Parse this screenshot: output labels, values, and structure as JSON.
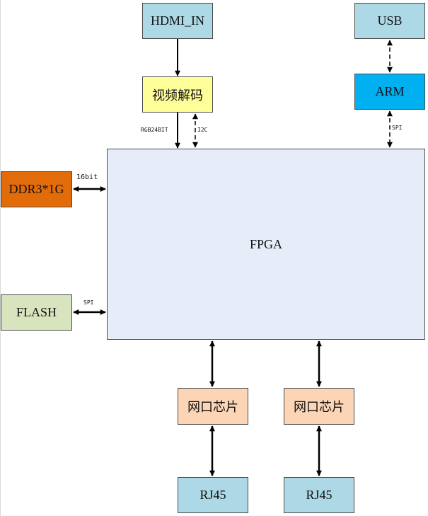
{
  "diagram": {
    "nodes": {
      "hdmi_in": {
        "label": "HDMI_IN",
        "color": "#add8e6"
      },
      "video_decoder": {
        "label": "视频解码",
        "color": "#ffff99"
      },
      "usb": {
        "label": "USB",
        "color": "#add8e6"
      },
      "arm": {
        "label": "ARM",
        "color": "#00b0f0"
      },
      "ddr3": {
        "label": "DDR3*1G",
        "color": "#e36c0a"
      },
      "flash": {
        "label": "FLASH",
        "color": "#d7e4bd"
      },
      "fpga": {
        "label": "FPGA",
        "color": "#e6edf8"
      },
      "phy_left": {
        "label": "网口芯片",
        "color": "#fbd5b5"
      },
      "phy_right": {
        "label": "网口芯片",
        "color": "#fbd5b5"
      },
      "rj45_left": {
        "label": "RJ45",
        "color": "#add8e6"
      },
      "rj45_right": {
        "label": "RJ45",
        "color": "#add8e6"
      }
    },
    "edge_labels": {
      "rgb": "RGB24BIT",
      "i2c": "I2C",
      "spi_arm": "SPI",
      "ddr_width": "16bit",
      "spi_flash": "SPI"
    },
    "line_color": "#000000"
  }
}
